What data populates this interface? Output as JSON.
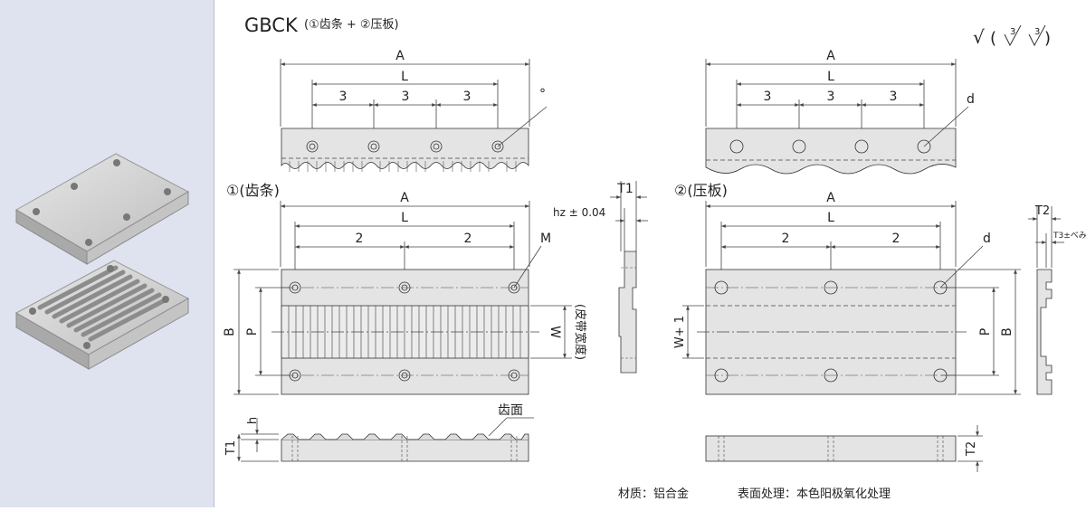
{
  "title": {
    "main": "GBCK",
    "sub": "(①齿条 + ②压板)"
  },
  "surface_finish": {
    "check_mark": "√",
    "open_paren": "(",
    "close_paren": ")",
    "values": [
      "3",
      "3"
    ]
  },
  "top_left": {
    "dim_a": "A",
    "dim_l": "L",
    "pitch": [
      "3",
      "3",
      "3"
    ],
    "degree_mark": "°"
  },
  "top_right": {
    "dim_a": "A",
    "dim_l": "L",
    "pitch": [
      "3",
      "3",
      "3"
    ],
    "hole_label": "d"
  },
  "part1": {
    "label": "①(齿条)",
    "dim_a": "A",
    "dim_l": "L",
    "pitch": [
      "2",
      "2"
    ],
    "hole_label": "M",
    "dim_b": "B",
    "dim_p": "P",
    "dim_w": "W",
    "belt_width_note": "(皮带宽度)",
    "dim_h": "h",
    "dim_t1": "T1",
    "tooth_face_label": "齿面"
  },
  "side1": {
    "label_t1": "T1",
    "hz_text": "hz ± 0.04"
  },
  "part2": {
    "label": "②(压板)",
    "dim_a": "A",
    "dim_l": "L",
    "pitch": [
      "2",
      "2"
    ],
    "hole_label": "d",
    "dim_w1": "W+ 1",
    "dim_p": "P",
    "dim_b": "B",
    "dim_t2": "T2"
  },
  "side2": {
    "label_t2": "T2",
    "label_t3": "T3±べみ"
  },
  "footer": {
    "material": "材质：铝合金",
    "surface": "表面处理：本色阳极氧化处理"
  },
  "colors": {
    "part_fill": "#e4e4e4",
    "outline": "#333333",
    "dim_line": "#444444",
    "panel_bg": "#dfe3f0"
  }
}
